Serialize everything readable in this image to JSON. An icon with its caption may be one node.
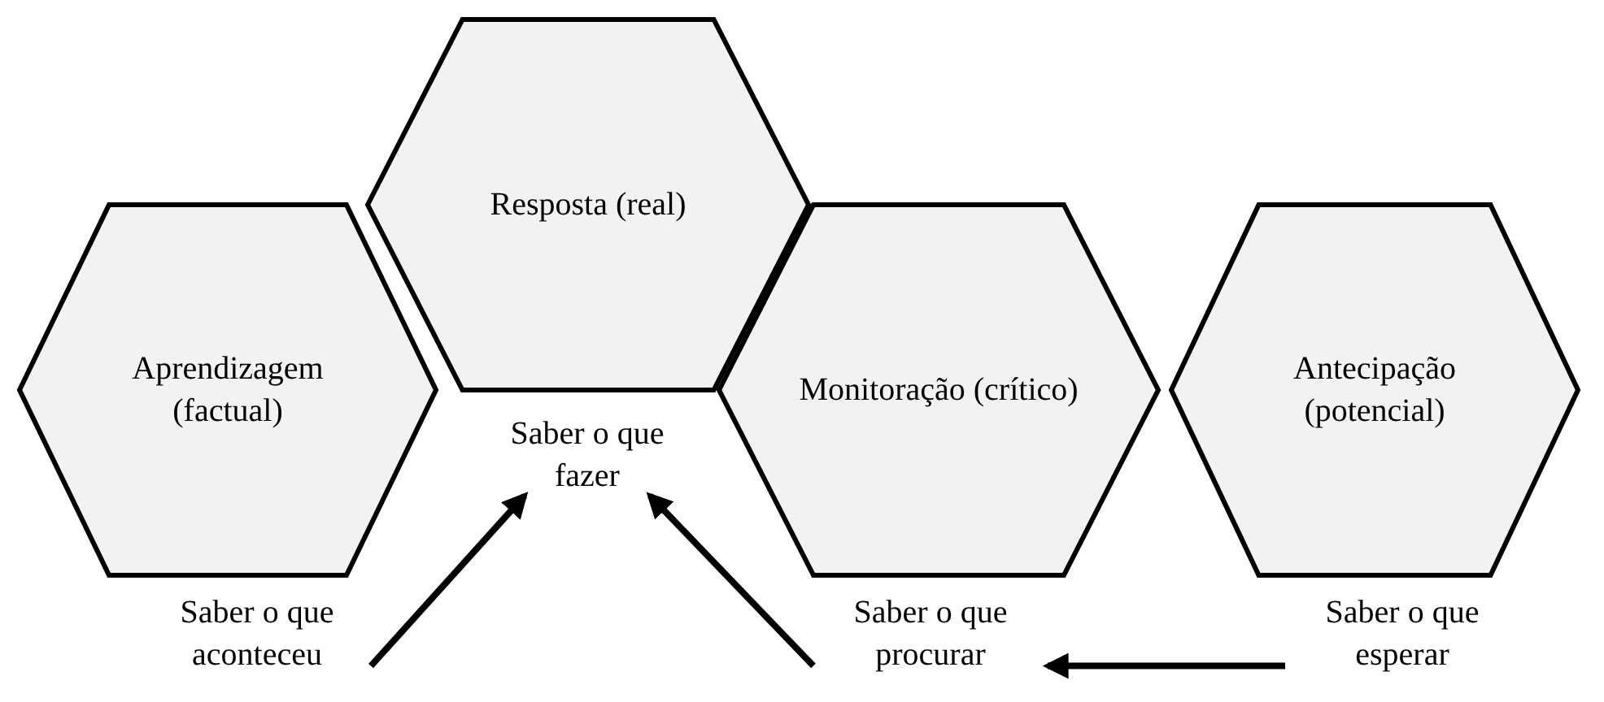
{
  "diagram": {
    "nodes": [
      {
        "text": [
          "Aprendizagem (factual)"
        ]
      },
      {
        "text": [
          "Resposta (real)"
        ]
      },
      {
        "text": [
          "Monitoração (crítico)"
        ]
      },
      {
        "text": [
          "Antecipação (potencial)"
        ]
      },
      {
        "text": [
          "Saber o que fazer"
        ]
      },
      {
        "text": [
          "Saber o que aconteceu"
        ]
      },
      {
        "text": [
          "Saber o que procurar"
        ]
      },
      {
        "text": [
          "Saber o que esperar"
        ]
      }
    ],
    "edges": [
      {
        "from": 5,
        "to": 4,
        "arrow": "to"
      },
      {
        "from": 6,
        "to": 4,
        "arrow": "to"
      },
      {
        "from": 7,
        "to": 6,
        "arrow": "to"
      }
    ]
  }
}
